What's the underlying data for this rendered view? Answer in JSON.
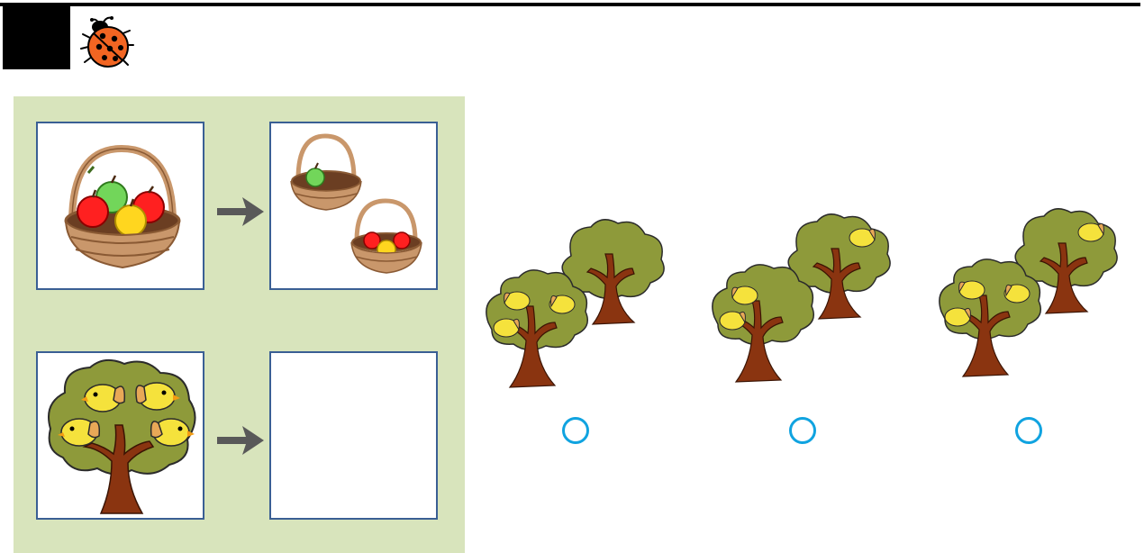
{
  "header": {
    "mascot_icon": "ladybug-icon",
    "number_box_color": "#000000"
  },
  "example": {
    "source_image": "basket-of-apples",
    "result_image": "apples-split-into-two-baskets",
    "arrow_icon": "right-arrow-icon",
    "apples_left_basket": 1,
    "apples_right_basket": 3
  },
  "question": {
    "source_image": "tree-with-four-birds",
    "arrow_icon": "right-arrow-icon",
    "answer_box": ""
  },
  "options": [
    {
      "id": "option-1",
      "birds_left_tree": 3,
      "birds_right_tree": 0,
      "selected": false
    },
    {
      "id": "option-2",
      "birds_left_tree": 2,
      "birds_right_tree": 1,
      "selected": false
    },
    {
      "id": "option-3",
      "birds_left_tree": 3,
      "birds_right_tree": 1,
      "selected": false
    }
  ],
  "colors": {
    "panel_bg": "#d8e4bc",
    "card_border": "#3a5f94",
    "radio_border": "#10a3e0",
    "arrow": "#595959",
    "foliage": "#8e9a3a",
    "trunk": "#8a3410",
    "bird": "#f5e23c"
  }
}
